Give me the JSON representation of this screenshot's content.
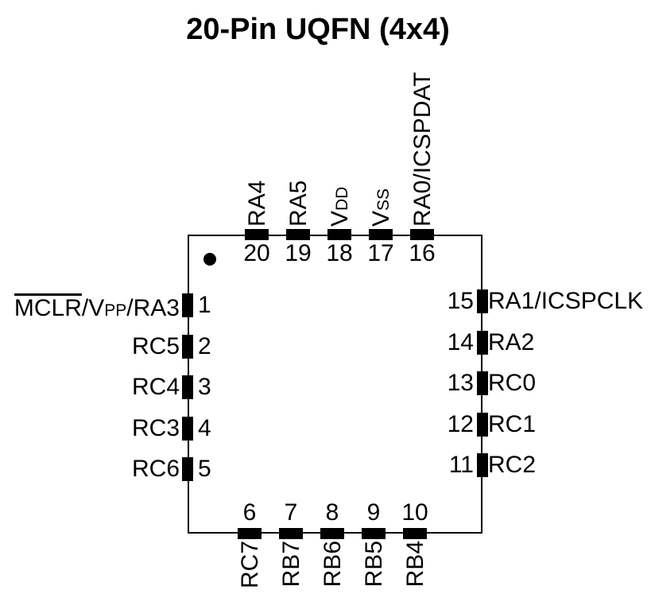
{
  "title": "20-Pin UQFN (4x4)",
  "package": {
    "type": "UQFN",
    "pin_count": "20",
    "size": "4x4"
  },
  "icons": {
    "pin1_marker": "filled-circle-pin-1-indicator"
  },
  "colors": {
    "ink": "#000000",
    "background": "#ffffff",
    "pad_fill": "#000000"
  },
  "pins": {
    "top": [
      {
        "num": "20",
        "label": "RA4"
      },
      {
        "num": "19",
        "label": "RA5"
      },
      {
        "num": "18",
        "label": "VDD",
        "label_main": "V",
        "label_sub": "DD"
      },
      {
        "num": "17",
        "label": "VSS",
        "label_main": "V",
        "label_sub": "SS"
      },
      {
        "num": "16",
        "label": "RA0/ICSPDAT"
      }
    ],
    "left": [
      {
        "num": "1",
        "label": "MCLR/VPP/RA3",
        "label_overline": "MCLR",
        "label_mid": "/V",
        "label_sub": "PP",
        "label_rest": "/RA3"
      },
      {
        "num": "2",
        "label": "RC5"
      },
      {
        "num": "3",
        "label": "RC4"
      },
      {
        "num": "4",
        "label": "RC3"
      },
      {
        "num": "5",
        "label": "RC6"
      }
    ],
    "right": [
      {
        "num": "15",
        "label": "RA1/ICSPCLK"
      },
      {
        "num": "14",
        "label": "RA2"
      },
      {
        "num": "13",
        "label": "RC0"
      },
      {
        "num": "12",
        "label": "RC1"
      },
      {
        "num": "11",
        "label": "RC2"
      }
    ],
    "bottom": [
      {
        "num": "6",
        "label": "RC7"
      },
      {
        "num": "7",
        "label": "RB7"
      },
      {
        "num": "8",
        "label": "RB6"
      },
      {
        "num": "9",
        "label": "RB5"
      },
      {
        "num": "10",
        "label": "RB4"
      }
    ]
  }
}
